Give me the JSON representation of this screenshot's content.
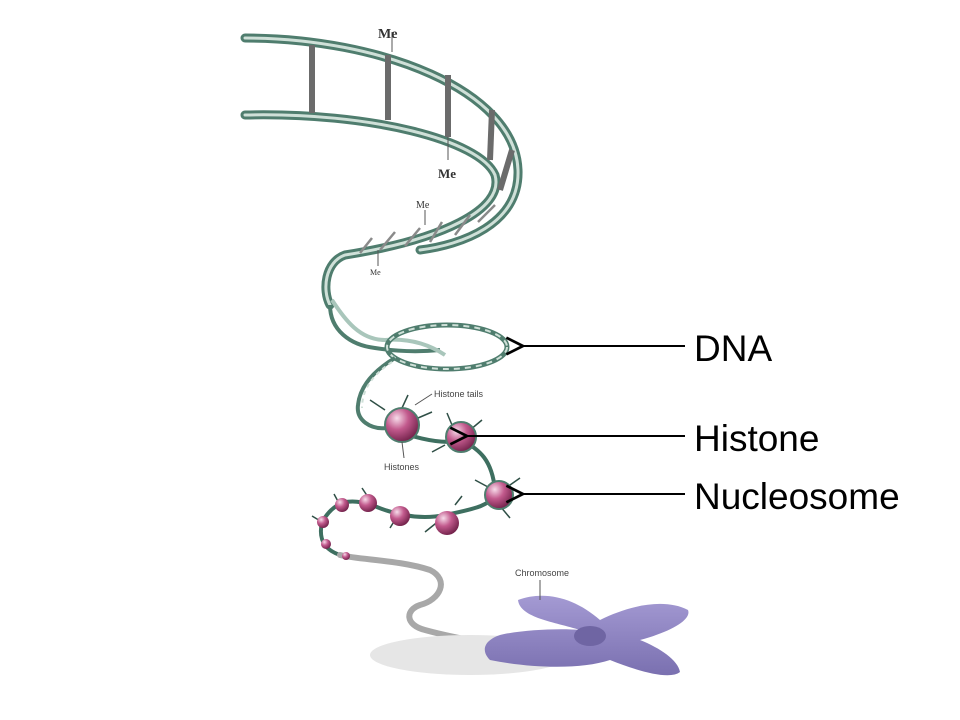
{
  "diagram": {
    "big_labels": {
      "dna": "DNA",
      "histone": "Histone",
      "nucleosome": "Nucleosome"
    },
    "small_labels": {
      "me": "Me",
      "histone_tails": "Histone tails",
      "histones": "Histones",
      "chromosome": "Chromosome"
    },
    "colors": {
      "dna_strand": "#4f7d6e",
      "dna_light": "#cfe0d8",
      "histone": "#b0457a",
      "histone_highlight": "#f2d4e3",
      "chromosome": "#8f86c2",
      "fiber": "#a8a8a8",
      "arrow": "#000000"
    }
  }
}
